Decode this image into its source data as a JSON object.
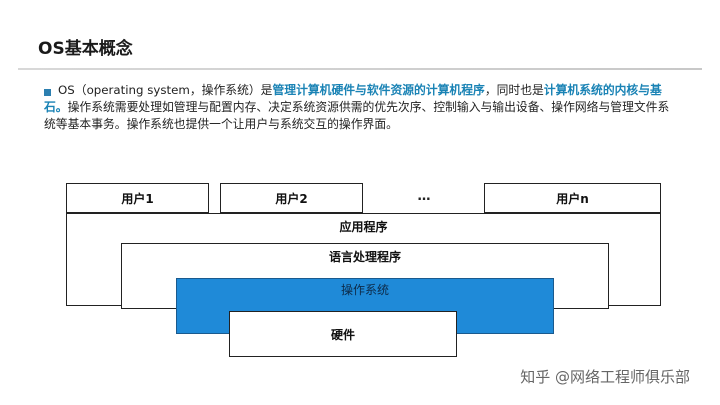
{
  "slide": {
    "title": "OS基本概念",
    "paragraph": {
      "part1": "OS（operating system，操作系统）是",
      "highlight1": "管理计算机硬件与软件资源的计算机程序",
      "part2": "，同时也是",
      "highlight2": "计算机系统的内核与基石。",
      "part3": "操作系统需要处理如管理与配置内存、决定系统资源供需的优先次序、控制输入与输出设备、操作网络与管理文件系统等基本事务。操作系统也提供一个让用户与系统交互的操作界面。"
    }
  },
  "diagram": {
    "users": [
      "用户1",
      "用户2",
      "用户n"
    ],
    "ellipsis": "…",
    "layers": {
      "app": "应用程序",
      "lang": "语言处理程序",
      "os": "操作系统",
      "hardware": "硬件"
    },
    "os_color": "#1f8ad8"
  },
  "watermark": "知乎 @网络工程师俱乐部"
}
